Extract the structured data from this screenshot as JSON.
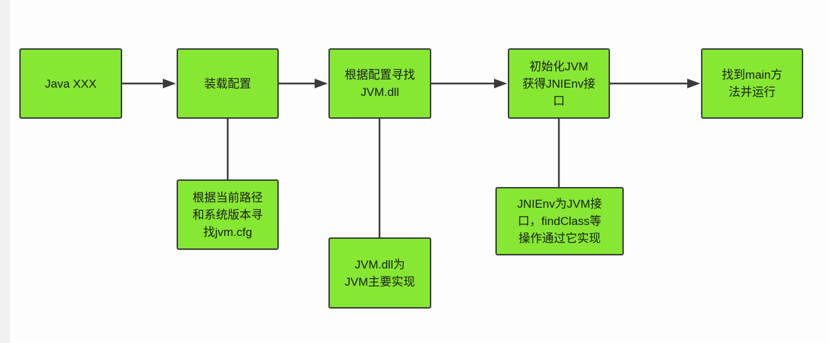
{
  "colors": {
    "node_fill": "#86e832",
    "node_border": "#3a3a3a",
    "connector": "#3a3a3a",
    "background": "#fdfdfd"
  },
  "nodes": {
    "java_command": {
      "lines": [
        "Java XXX"
      ]
    },
    "load_config": {
      "lines": [
        "装载配置"
      ]
    },
    "find_jvm_dll": {
      "lines": [
        "根据配置寻找",
        "JVM.dll"
      ]
    },
    "init_jvm": {
      "lines": [
        "初始化JVM",
        "获得JNIEnv接",
        "口"
      ]
    },
    "run_main": {
      "lines": [
        "找到main方",
        "法并运行"
      ]
    },
    "find_jvm_cfg": {
      "lines": [
        "根据当前路径",
        "和系统版本寻",
        "找jvm.cfg"
      ]
    },
    "jvm_dll_note": {
      "lines": [
        "JVM.dll为",
        "JVM主要实现"
      ]
    },
    "jnienv_note": {
      "lines": [
        "JNIEnv为JVM接",
        "口，findClass等",
        "操作通过它实现"
      ]
    }
  }
}
